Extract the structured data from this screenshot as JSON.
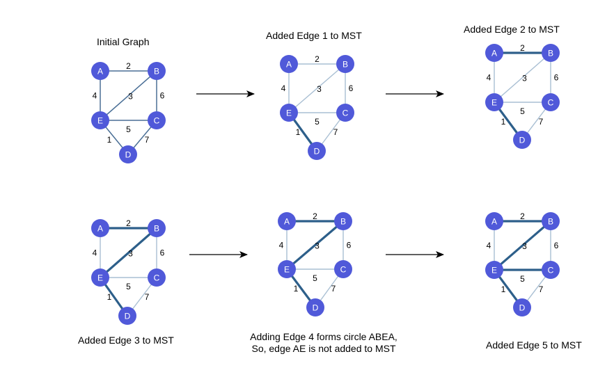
{
  "colors": {
    "node_fill": "#5059d9",
    "node_text": "#ffffff",
    "edge_default": "#a9bfd3",
    "edge_initial": "#4a6f96",
    "edge_mst": "#2d5f8a",
    "arrow": "#000000"
  },
  "graph": {
    "nodes": [
      "A",
      "B",
      "C",
      "D",
      "E"
    ],
    "edges": [
      {
        "id": "ED",
        "from": "E",
        "to": "D",
        "weight": "1"
      },
      {
        "id": "AB",
        "from": "A",
        "to": "B",
        "weight": "2"
      },
      {
        "id": "EB",
        "from": "E",
        "to": "B",
        "weight": "3"
      },
      {
        "id": "AE",
        "from": "A",
        "to": "E",
        "weight": "4"
      },
      {
        "id": "EC",
        "from": "E",
        "to": "C",
        "weight": "5"
      },
      {
        "id": "BC",
        "from": "B",
        "to": "C",
        "weight": "6"
      },
      {
        "id": "CD",
        "from": "C",
        "to": "D",
        "weight": "7"
      }
    ]
  },
  "panels": [
    {
      "caption": "Initial Graph",
      "style": "initial",
      "mst_edges": []
    },
    {
      "caption": "Added Edge 1 to MST",
      "style": "steps",
      "mst_edges": [
        "ED"
      ]
    },
    {
      "caption": "Added Edge 2 to MST",
      "style": "steps",
      "mst_edges": [
        "ED",
        "AB"
      ]
    },
    {
      "caption": "Added Edge 3 to MST",
      "style": "steps",
      "mst_edges": [
        "ED",
        "AB",
        "EB"
      ]
    },
    {
      "caption": "Adding Edge 4 forms circle ABEA,\nSo, edge AE is not added to MST",
      "caption_lines": [
        "Adding Edge 4 forms circle ABEA,",
        "So, edge AE is not added to MST"
      ],
      "style": "steps",
      "mst_edges": [
        "ED",
        "AB",
        "EB"
      ]
    },
    {
      "caption": "Added Edge 5 to MST",
      "style": "steps",
      "mst_edges": [
        "ED",
        "AB",
        "EB",
        "EC"
      ]
    }
  ],
  "arrows": [
    {
      "from_panel": 1,
      "to_panel": 2
    },
    {
      "from_panel": 2,
      "to_panel": 3
    },
    {
      "from_panel": 4,
      "to_panel": 5
    },
    {
      "from_panel": 5,
      "to_panel": 6
    }
  ]
}
